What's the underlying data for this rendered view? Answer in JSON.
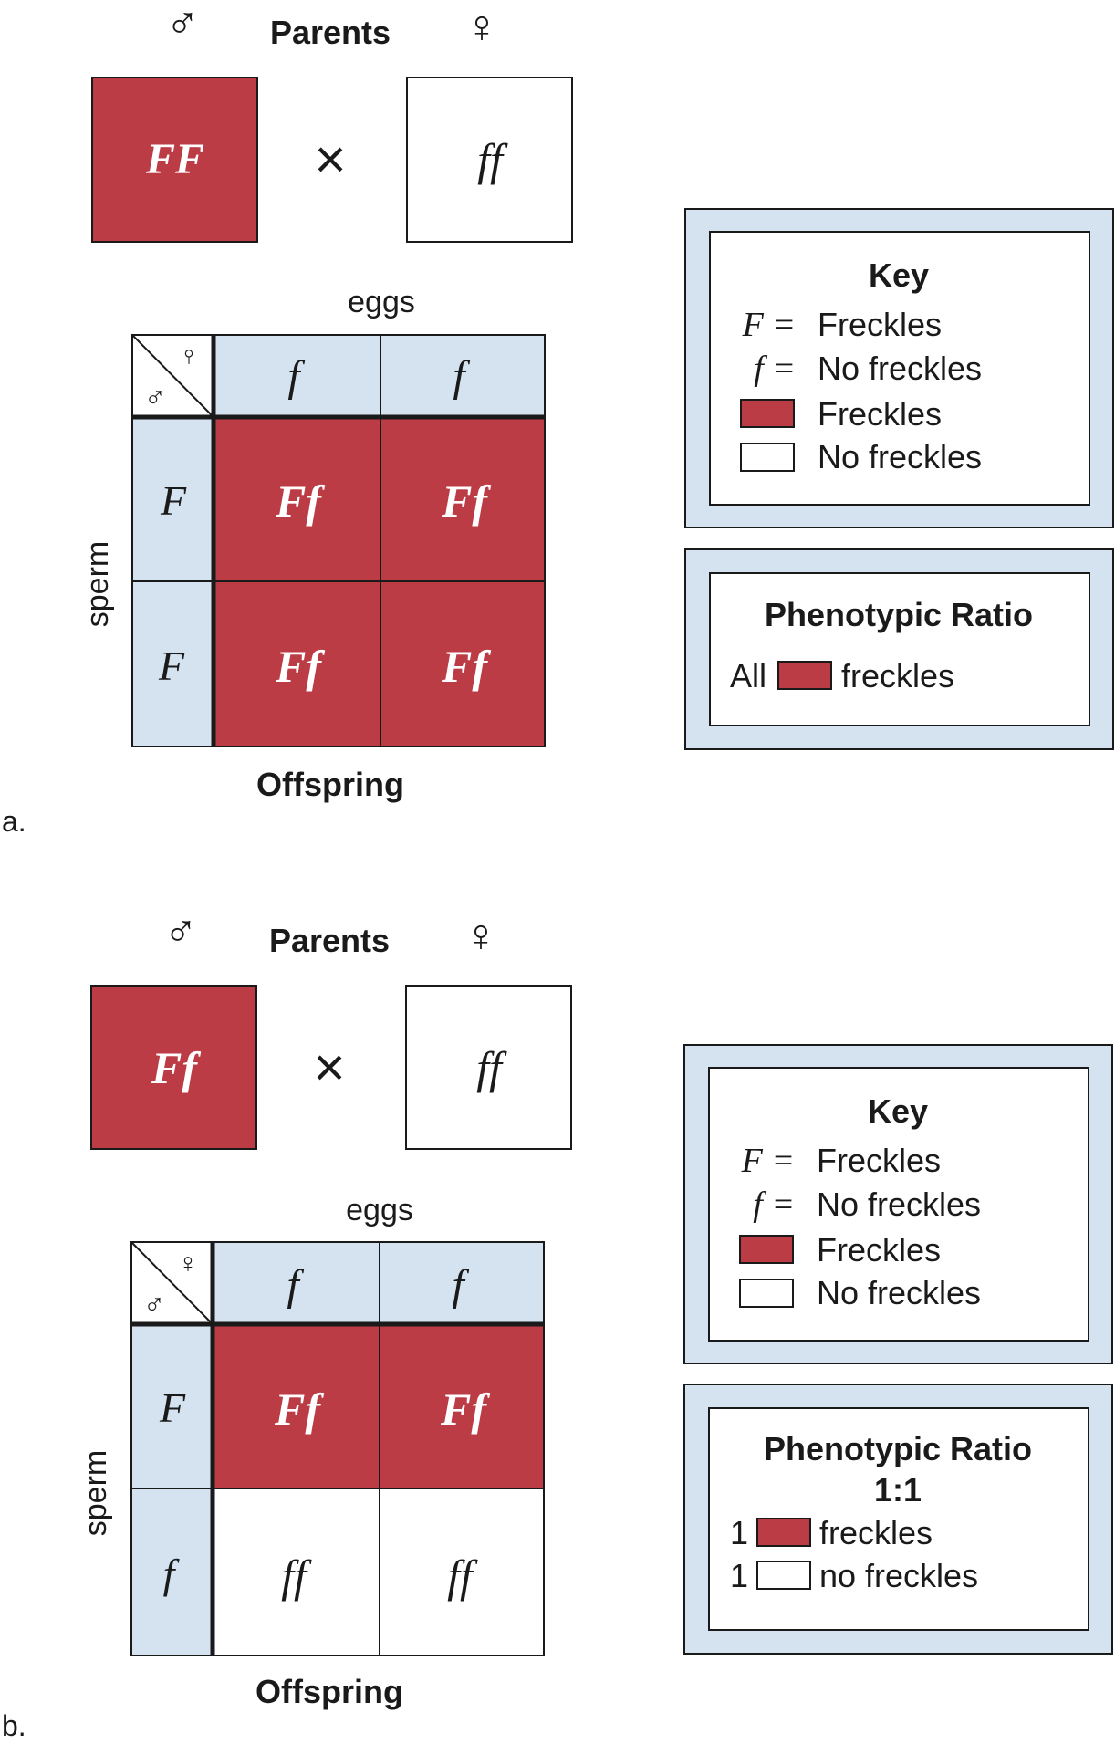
{
  "colors": {
    "freckles": "#bc3c46",
    "light_blue": "#d5e3f1",
    "border": "#1a1a1a",
    "white": "#ffffff"
  },
  "symbols": {
    "male": "♂",
    "female": "♀",
    "cross": "×"
  },
  "panel_a": {
    "label": "a.",
    "parents_title": "Parents",
    "male_parent": "FF",
    "female_parent": "ff",
    "eggs_label": "eggs",
    "sperm_label": "sperm",
    "offspring_label": "Offspring",
    "egg_alleles": [
      "f",
      "f"
    ],
    "sperm_alleles": [
      "F",
      "F"
    ],
    "cells": [
      "Ff",
      "Ff",
      "Ff",
      "Ff"
    ],
    "key": {
      "title": "Key",
      "F_symbol": "F =",
      "F_meaning": "Freckles",
      "f_symbol": "f =",
      "f_meaning": "No freckles",
      "red_swatch_label": "Freckles",
      "white_swatch_label": "No freckles"
    },
    "ratio": {
      "title": "Phenotypic Ratio",
      "prefix": "All",
      "label": "freckles"
    }
  },
  "panel_b": {
    "label": "b.",
    "parents_title": "Parents",
    "male_parent": "Ff",
    "female_parent": "ff",
    "eggs_label": "eggs",
    "sperm_label": "sperm",
    "offspring_label": "Offspring",
    "egg_alleles": [
      "f",
      "f"
    ],
    "sperm_alleles": [
      "F",
      "f"
    ],
    "cells": [
      "Ff",
      "Ff",
      "ff",
      "ff"
    ],
    "key": {
      "title": "Key",
      "F_symbol": "F =",
      "F_meaning": "Freckles",
      "f_symbol": "f =",
      "f_meaning": "No freckles",
      "red_swatch_label": "Freckles",
      "white_swatch_label": "No freckles"
    },
    "ratio": {
      "title": "Phenotypic Ratio",
      "subtitle": "1:1",
      "row1_count": "1",
      "row1_label": "freckles",
      "row2_count": "1",
      "row2_label": "no freckles"
    }
  }
}
